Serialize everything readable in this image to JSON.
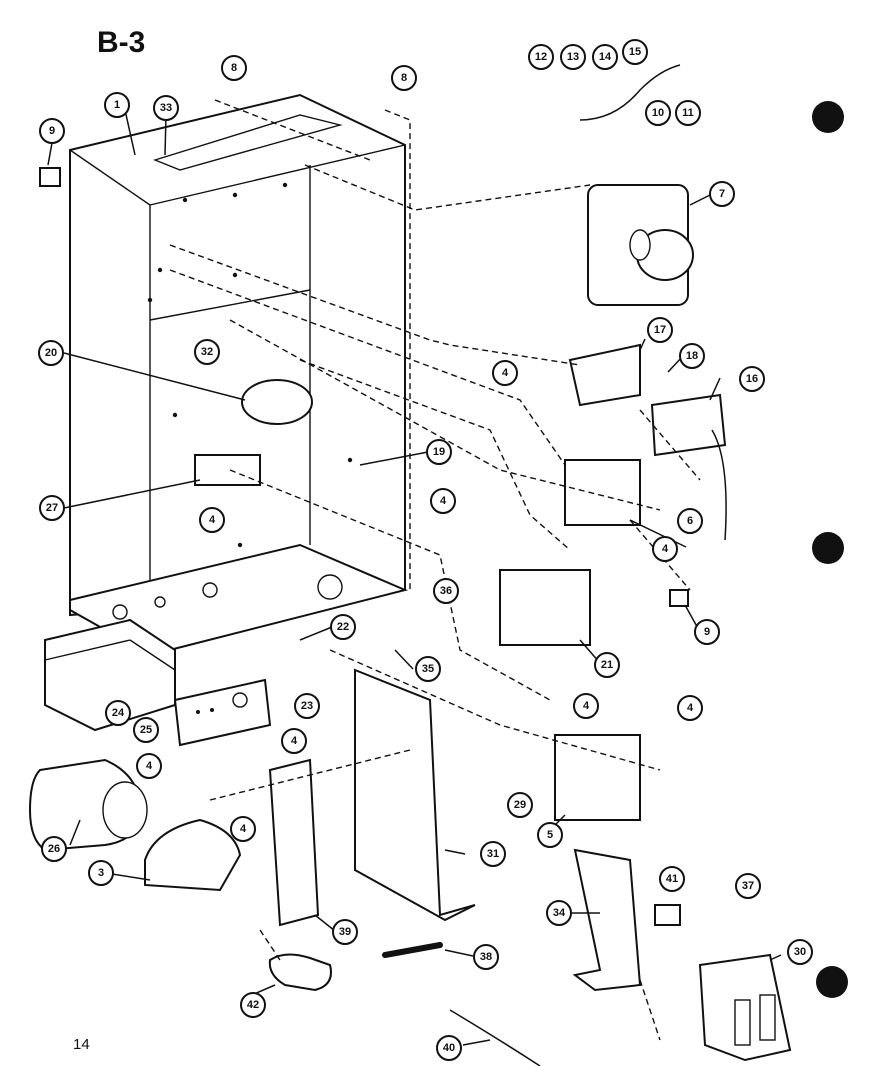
{
  "diagram": {
    "title": "B-3",
    "page_number": "14",
    "callouts": [
      "1",
      "33",
      "8",
      "8",
      "9",
      "12",
      "13",
      "14",
      "15",
      "10",
      "11",
      "7",
      "20",
      "32",
      "17",
      "18",
      "4",
      "16",
      "19",
      "4",
      "27",
      "4",
      "6",
      "4",
      "9",
      "21",
      "36",
      "22",
      "35",
      "24",
      "25",
      "23",
      "4",
      "4",
      "4",
      "4",
      "4",
      "29",
      "26",
      "5",
      "31",
      "3",
      "39",
      "41",
      "37",
      "34",
      "38",
      "30",
      "42",
      "40"
    ]
  }
}
